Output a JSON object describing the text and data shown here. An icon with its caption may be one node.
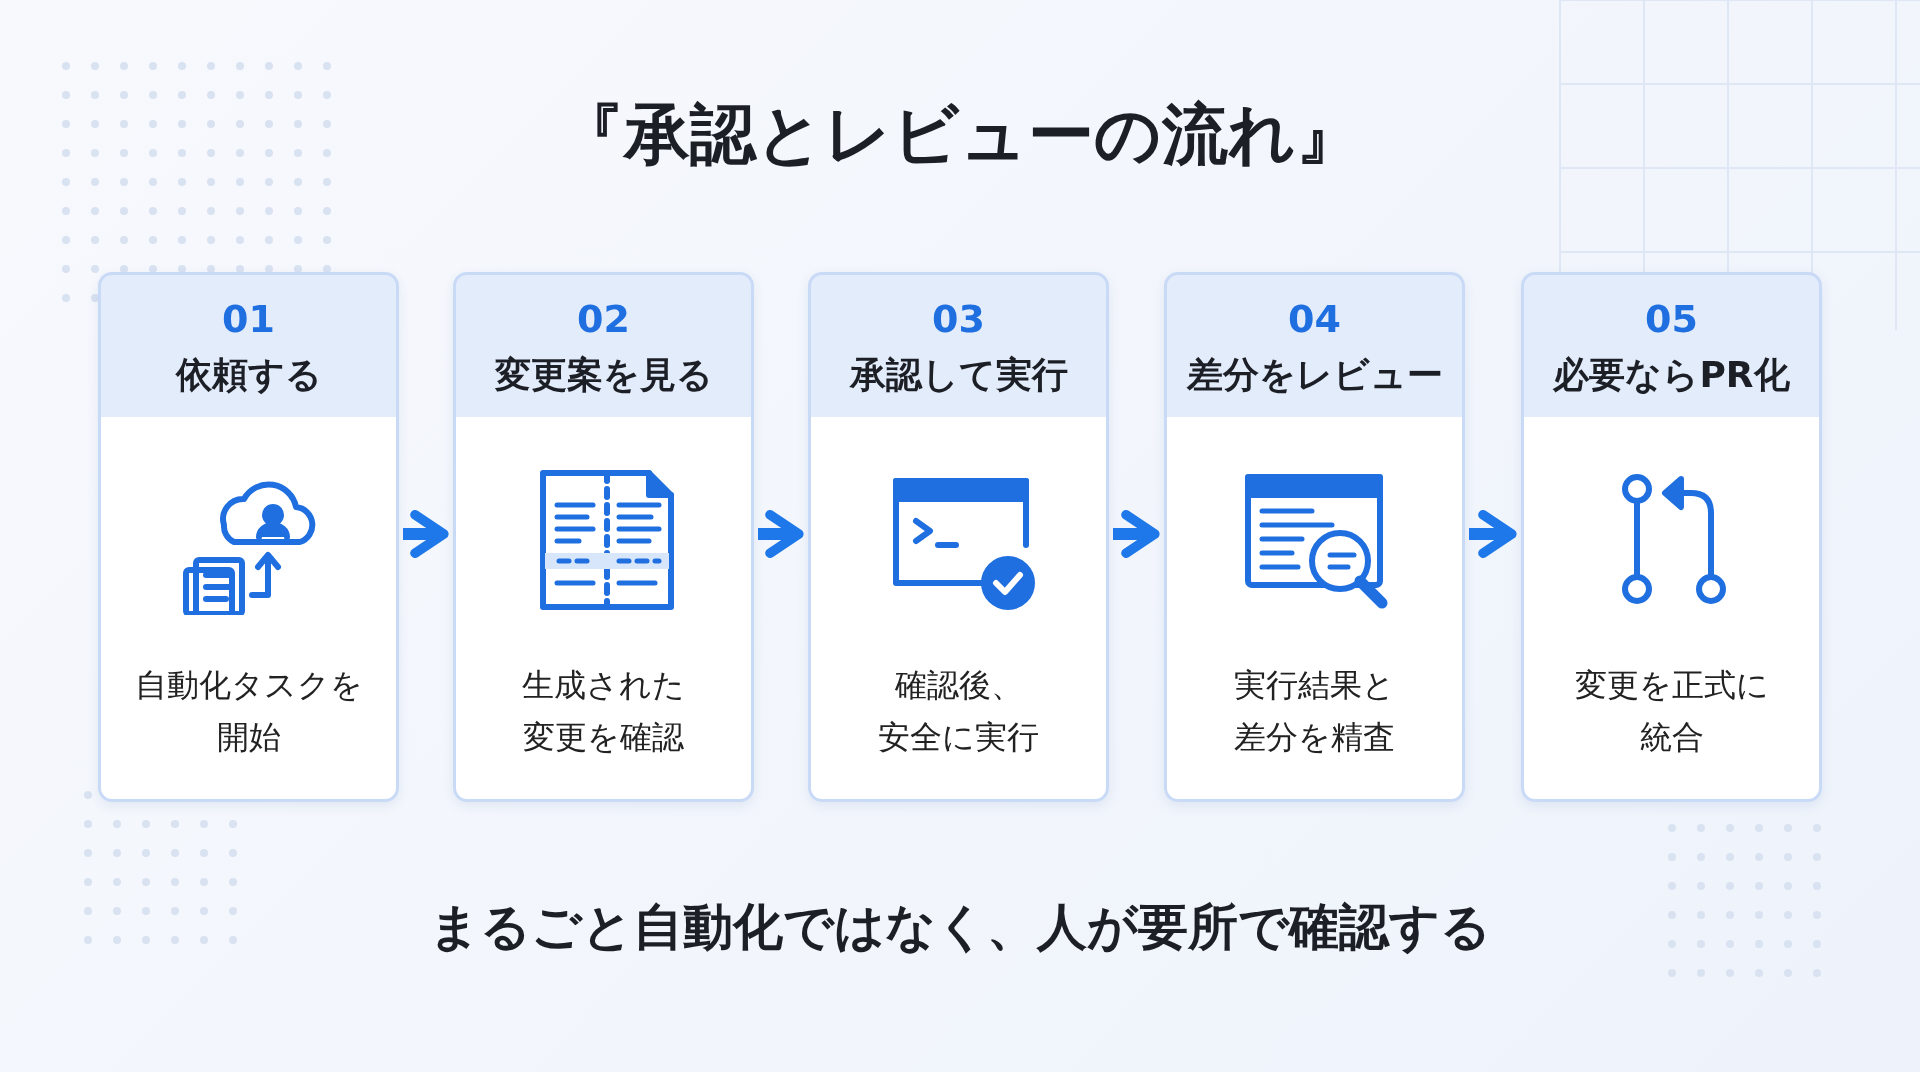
{
  "diagram": {
    "title": "『承認とレビューの流れ』",
    "caption": "まるごと自動化ではなく、人が要所で確認する",
    "nodes": [
      {
        "text": [
          "01",
          "依頼する",
          "自動化タスクを開始"
        ]
      },
      {
        "text": [
          "02",
          "変更案を見る",
          "生成された変更を確認"
        ]
      },
      {
        "text": [
          "03",
          "承認して実行",
          "確認後、安全に実行"
        ]
      },
      {
        "text": [
          "04",
          "差分をレビュー",
          "実行結果と差分を精査"
        ]
      },
      {
        "text": [
          "05",
          "必要ならPR化",
          "変更を正式に統合"
        ]
      }
    ],
    "edges": [
      {
        "from": 0,
        "to": 1,
        "arrow": "to"
      },
      {
        "from": 1,
        "to": 2,
        "arrow": "to"
      },
      {
        "from": 2,
        "to": 3,
        "arrow": "to"
      },
      {
        "from": 3,
        "to": 4,
        "arrow": "to"
      }
    ]
  }
}
